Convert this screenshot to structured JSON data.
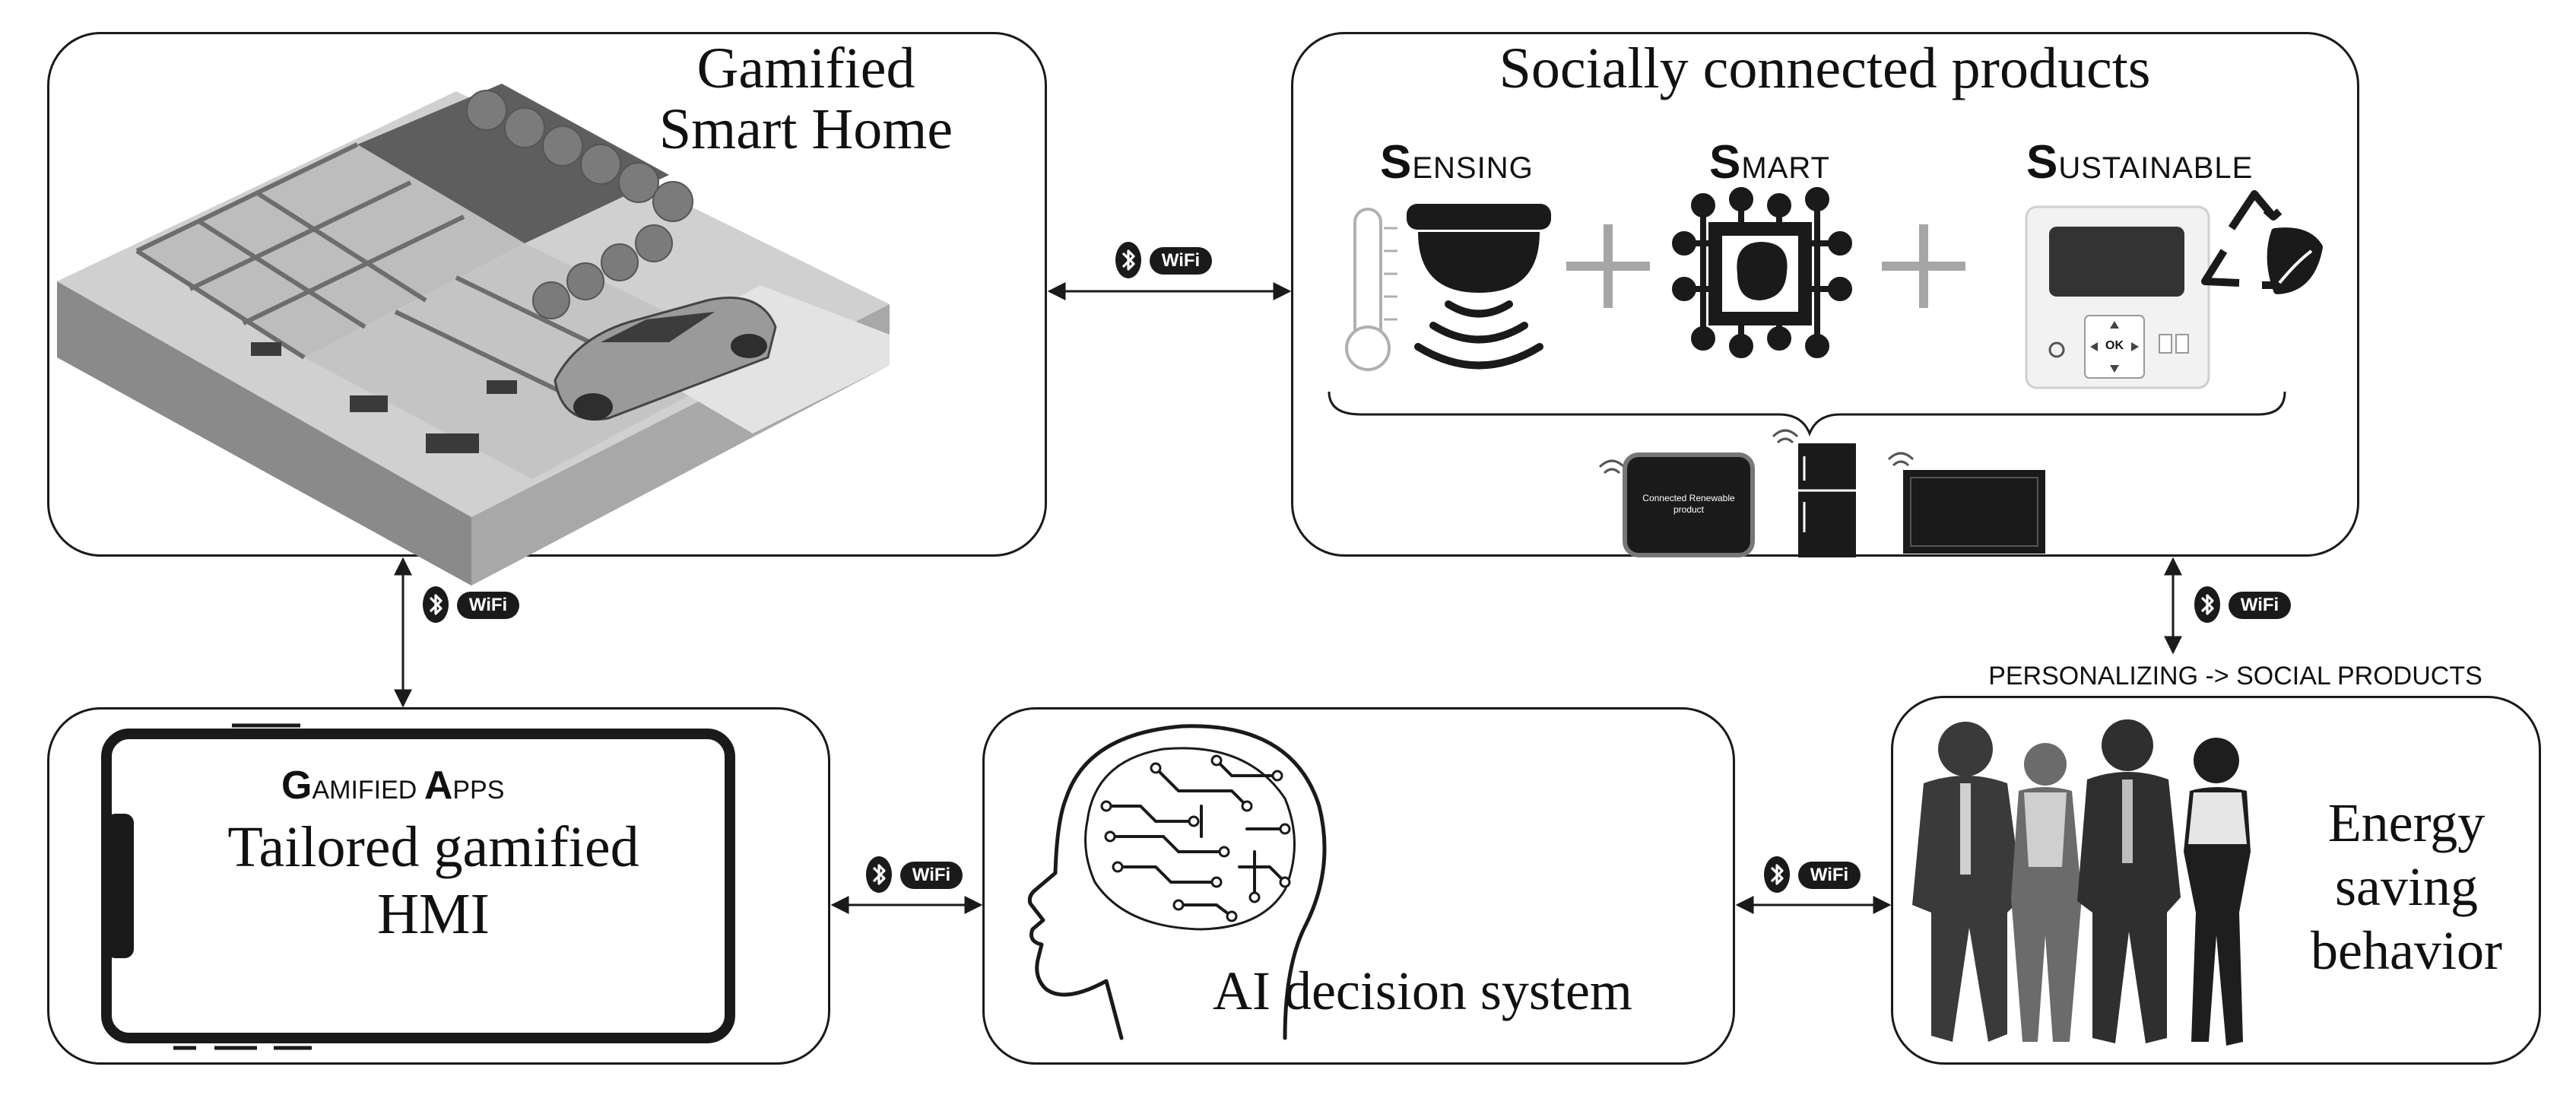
{
  "smart_home": {
    "title_line1": "Gamified",
    "title_line2": "Smart Home"
  },
  "products": {
    "title": "Socially connected products",
    "sensing": {
      "initial": "S",
      "rest": "ENSING"
    },
    "smart": {
      "initial": "S",
      "rest": "MART"
    },
    "sustainable": {
      "initial": "S",
      "rest": "USTAINABLE"
    },
    "thermostat_ok": "OK",
    "speaker_label_line1": "Connected Renewable",
    "speaker_label_line2": "product"
  },
  "apps": {
    "heading_initial1": "G",
    "heading_rest1": "AMIFIED",
    "heading_initial2": "A",
    "heading_rest2": "PPS",
    "line1": "Tailored gamified",
    "line2": "HMI"
  },
  "ai": {
    "label": "AI decision system"
  },
  "behavior": {
    "header": "PERSONALIZING -> SOCIAL PRODUCTS",
    "line1": "Energy",
    "line2": "saving",
    "line3": "behavior"
  },
  "connectivity": {
    "wifi_label": "WiFi"
  },
  "colors": {
    "stroke": "#1a1a1a",
    "plus": "#a6a6a6",
    "house": "#8c8c8c"
  }
}
